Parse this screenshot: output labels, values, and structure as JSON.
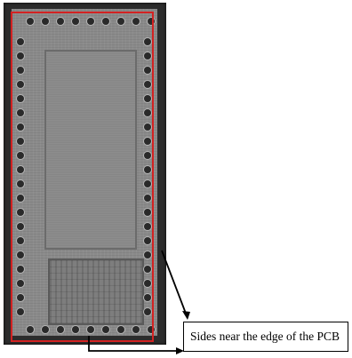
{
  "figure": {
    "annotation_label": "Sides near the edge of the PCB",
    "colors": {
      "die_border": "#2c2c2c",
      "die_surface": "#8a8a8a",
      "highlight_outline": "#d32222",
      "callout_border": "#000000"
    },
    "icons": [
      "bond-pad",
      "arrow-pointer",
      "bracket-pointer"
    ]
  }
}
